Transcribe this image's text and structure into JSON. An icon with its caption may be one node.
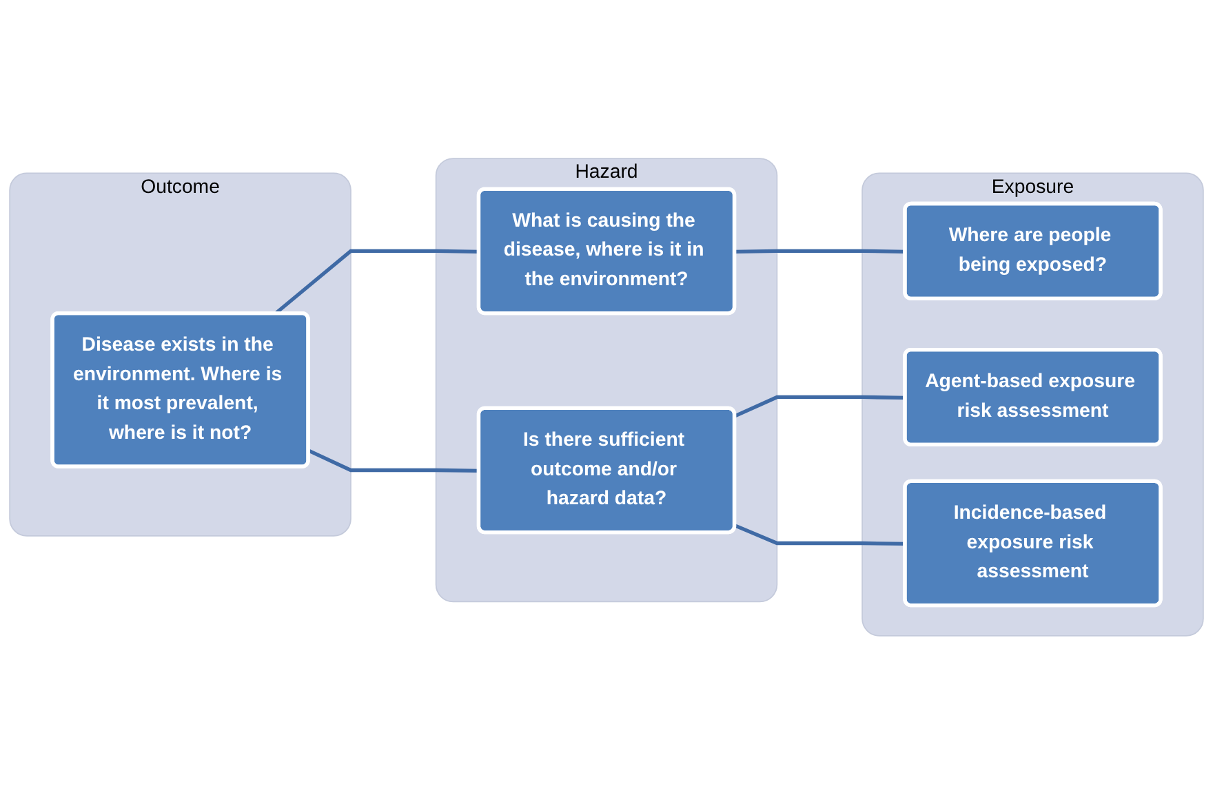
{
  "diagram": {
    "nodes": [
      {
        "text": [
          "Outcome"
        ]
      },
      {
        "text": [
          "Disease exists in the environment. Where is it most prevalent, where is it not?"
        ],
        "in": 0
      },
      {
        "text": [
          "Hazard"
        ]
      },
      {
        "text": [
          "What is causing the disease, where is it in the environment?"
        ],
        "in": 2
      },
      {
        "text": [
          "Is there sufficient outcome and/or hazard data?"
        ],
        "in": 2
      },
      {
        "text": [
          "Exposure"
        ]
      },
      {
        "text": [
          "Where are people being exposed?"
        ],
        "in": 5
      },
      {
        "text": [
          "Agent-based exposure risk assessment"
        ],
        "in": 5
      },
      {
        "text": [
          "Incidence-based exposure risk assessment"
        ],
        "in": 5
      }
    ],
    "edges": [
      {
        "from": 1,
        "to": 3,
        "arrow": "none"
      },
      {
        "from": 1,
        "to": 4,
        "arrow": "none"
      },
      {
        "from": 3,
        "to": 6,
        "arrow": "none"
      },
      {
        "from": 4,
        "to": 7,
        "arrow": "none"
      },
      {
        "from": 4,
        "to": 8,
        "arrow": "none"
      }
    ]
  }
}
